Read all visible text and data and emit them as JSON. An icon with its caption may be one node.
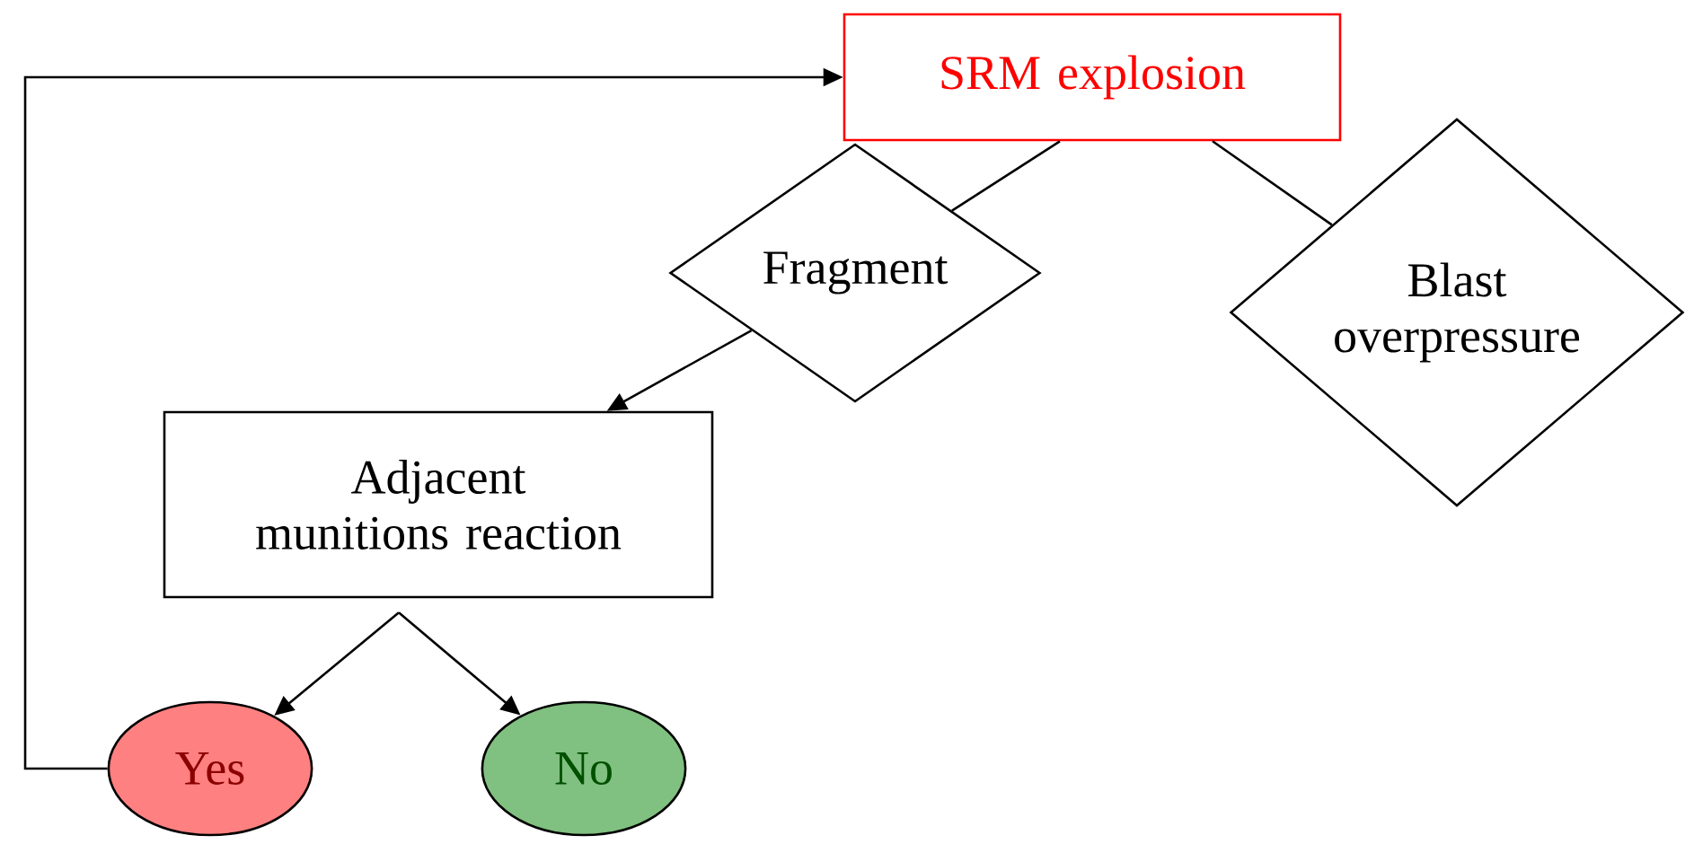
{
  "diagram": {
    "nodes": [
      {
        "text": [
          "SRM explosion"
        ]
      },
      {
        "text": [
          "Fragment"
        ]
      },
      {
        "text": [
          "Blast overpressure"
        ]
      },
      {
        "text": [
          "Adjacent munitions reaction"
        ]
      },
      {
        "text": [
          "Yes"
        ]
      },
      {
        "text": [
          "No"
        ]
      }
    ],
    "edges": [
      {
        "from": 0,
        "to": 1,
        "arrow": "none"
      },
      {
        "from": 0,
        "to": 2,
        "arrow": "none"
      },
      {
        "from": 1,
        "to": 3,
        "arrow": "to"
      },
      {
        "from": 3,
        "to": 4,
        "arrow": "to"
      },
      {
        "from": 3,
        "to": 5,
        "arrow": "to"
      },
      {
        "from": 4,
        "to": 0,
        "arrow": "to"
      }
    ]
  }
}
